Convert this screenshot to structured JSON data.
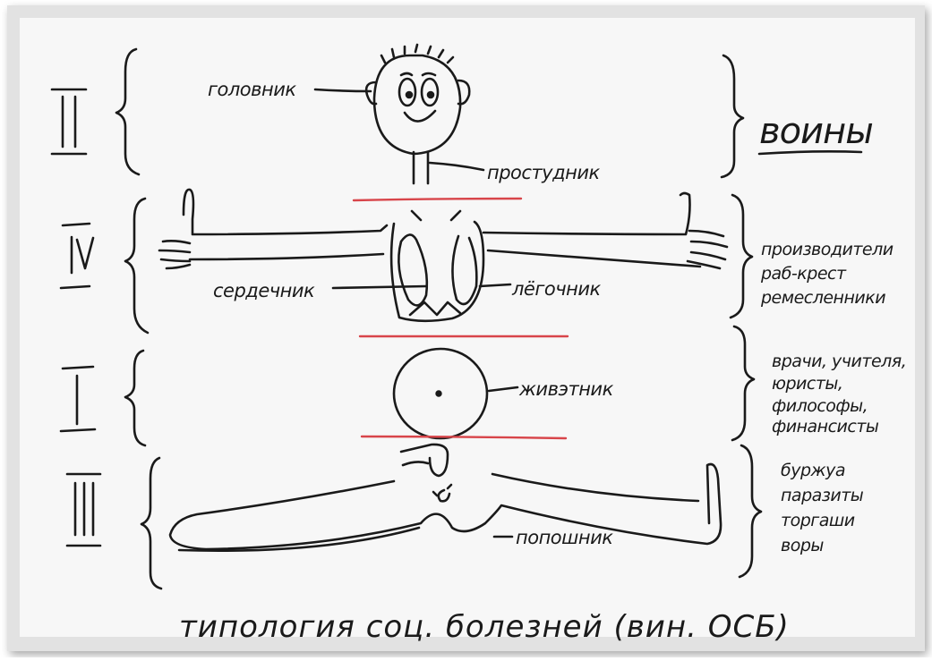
{
  "labels": {
    "head": "головник",
    "throat": "простудник",
    "heart": "сердечник",
    "lungs": "лёгочник",
    "belly": "живэтник",
    "buttocks": "попошник"
  },
  "groups": {
    "warriors": "воины",
    "producers": [
      "производители",
      "раб-крест",
      "ремесленники"
    ],
    "intellectuals": [
      "врачи, учителя,",
      "юристы,",
      "философы,",
      "финансисты"
    ],
    "parasites": [
      "буржуа",
      "паразиты",
      "торгаши",
      "воры"
    ]
  },
  "levels": [
    "II",
    "IV",
    "I",
    "III"
  ],
  "caption": "типология соц. болезней (вин. ОСБ)",
  "colors": {
    "ink": "#1a1a1a",
    "divider": "#d8454a",
    "board": "#f7f7f7",
    "frame": "#e2e2e2"
  }
}
